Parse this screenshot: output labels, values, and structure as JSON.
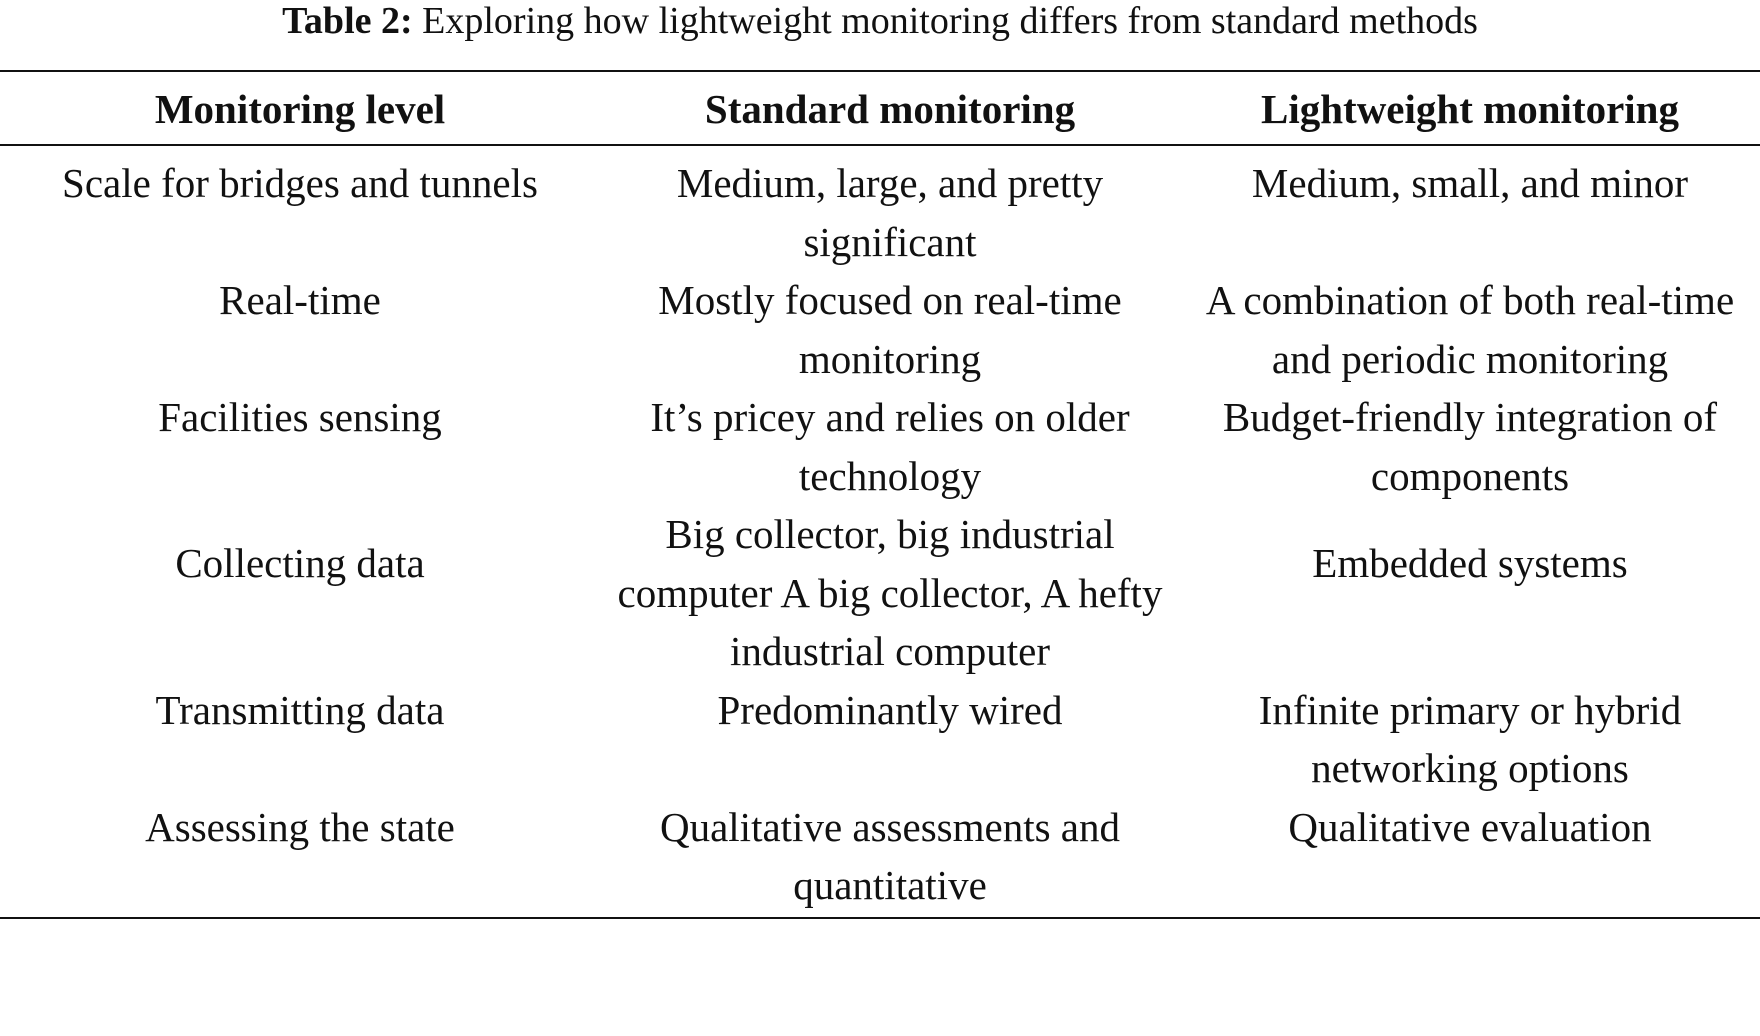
{
  "caption": {
    "label": "Table 2:",
    "text": " Exploring how lightweight monitoring differs from standard methods"
  },
  "table": {
    "headers": [
      "Monitoring level",
      "Standard monitoring",
      "Lightweight monitoring"
    ],
    "rows": [
      [
        "Scale for bridges and tunnels",
        "Medium, large, and pretty significant",
        "Medium, small, and minor"
      ],
      [
        "Real-time",
        "Mostly focused on real-time monitoring",
        "A combination of both real-time and periodic monitoring"
      ],
      [
        "Facilities sensing",
        "It’s pricey and relies on older technology",
        "Budget-friendly integration of components"
      ],
      [
        "Collecting data",
        "Big collector, big industrial computer A big collector, A hefty industrial computer",
        "Embedded systems"
      ],
      [
        "Transmitting data",
        "Predominantly wired",
        "Infinite primary or hybrid networking options"
      ],
      [
        "Assessing the state",
        "Qualitative assessments and quantitative",
        "Qualitative evaluation"
      ]
    ]
  }
}
